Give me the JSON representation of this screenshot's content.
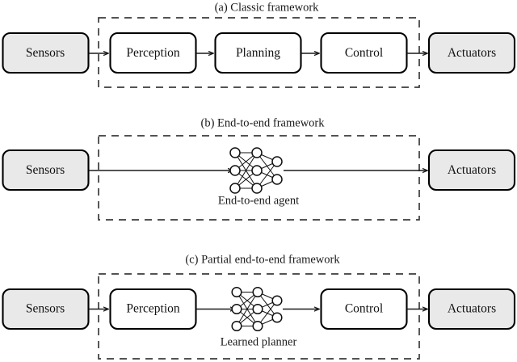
{
  "figure": {
    "background": "#ffffff",
    "shaded_fill": "#e9e9e9",
    "plain_fill": "#ffffff",
    "stroke": "#000000",
    "dashed_stroke": "#3b3b3b"
  },
  "panels": [
    {
      "id": "panel-a",
      "title": "(a) Classic framework",
      "input_label": "Sensors",
      "output_label": "Actuators",
      "stages": [
        "Perception",
        "Planning",
        "Control"
      ],
      "network_label": ""
    },
    {
      "id": "panel-b",
      "title": "(b) End-to-end framework",
      "input_label": "Sensors",
      "output_label": "Actuators",
      "stages": [],
      "network_label": "End-to-end agent"
    },
    {
      "id": "panel-c",
      "title": "(c) Partial end-to-end framework",
      "input_label": "Sensors",
      "output_label": "Actuators",
      "stages": [
        "Perception",
        "Control"
      ],
      "network_label": "Learned planner"
    }
  ],
  "network": {
    "layer_sizes": [
      3,
      3,
      2
    ],
    "node_fill": "#ffffff",
    "node_stroke": "#101010"
  }
}
